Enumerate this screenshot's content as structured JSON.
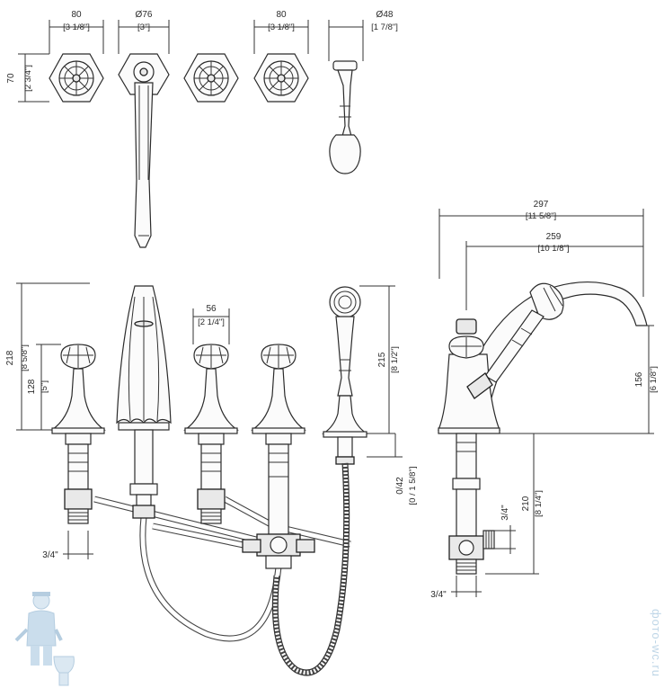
{
  "dimensions": {
    "top_handle_width_mm": "80",
    "top_handle_width_in": "[3 1/8\"]",
    "spout_diameter_mm": "Ø76",
    "spout_diameter_in": "[3\"]",
    "top_handle2_width_mm": "80",
    "top_handle2_width_in": "[3 1/8\"]",
    "handshower_diameter_mm": "Ø48",
    "handshower_diameter_in": "[1 7/8\"]",
    "handle_height_mm": "70",
    "handle_height_in": "[2 3/4\"]",
    "overall_depth_mm": "297",
    "overall_depth_in": "[11 5/8\"]",
    "spout_reach_mm": "259",
    "spout_reach_in": "[10 1/8\"]",
    "spout_height_mm": "218",
    "spout_height_in": "[8 5/8\"]",
    "handle_base_height_mm": "128",
    "handle_base_height_in": "[5\"]",
    "handle_spacing_mm": "56",
    "handle_spacing_in": "[2 1/4\"]",
    "handshower_height_mm": "215",
    "handshower_height_in": "[8 1/2\"]",
    "deck_thickness_mm": "0/42",
    "deck_thickness_in": "[0 / 1 5/8\"]",
    "side_height_mm": "156",
    "side_height_in": "[6 1/8\"]",
    "rough_depth_mm": "210",
    "rough_depth_in": "[8 1/4\"]",
    "inlet_front": "3/4\"",
    "inlet_side_vertical": "3/4\"",
    "inlet_side_bottom": "3/4\""
  },
  "watermark": {
    "text": "фото-wc.ru",
    "icon": "plumber-mascot-icon"
  },
  "colors": {
    "line": "#2b2b2b",
    "watermark": "#a9c8df"
  }
}
